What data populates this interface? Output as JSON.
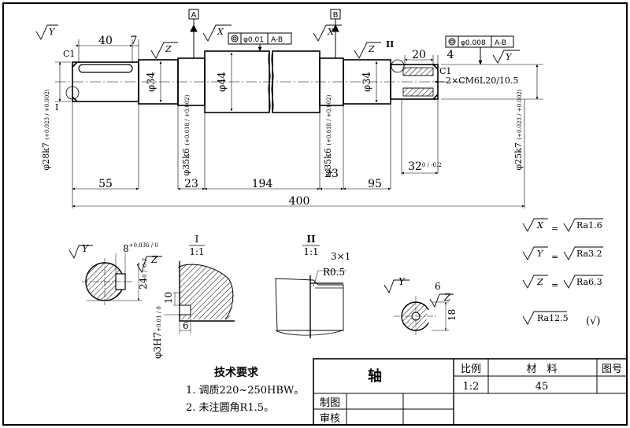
{
  "dims": {
    "overall": "400",
    "d55": "55",
    "d23a": "23",
    "d194": "194",
    "d23b": "23",
    "d95": "95",
    "d40": "40",
    "d7": "7",
    "d20": "20",
    "d4": "4",
    "phi34a": "φ34",
    "phi44": "φ44",
    "phi34b": "φ34",
    "phi35a": "φ35k6",
    "phi35a_tol": "(+0.018 / +0.002)",
    "phi35b": "φ35k6",
    "phi35b_tol": "(+0.018 / +0.002)",
    "phi28": "φ28k7",
    "phi28_tol": "(+0.023 / +0.002)",
    "phi25": "φ25k7",
    "phi25_tol": "(+0.023 / +0.002)",
    "thread": "2×CM6L20/10.5",
    "key_depth": "32",
    "key_depth_tol": "0 / -0.2",
    "chamfer_c1_left": "C1",
    "chamfer_c1_right": "C1"
  },
  "datums": {
    "A": "A",
    "B": "B"
  },
  "tolerances": {
    "runout1_value": "φ0.01",
    "runout1_ref": "A-B",
    "runout2_value": "φ0.008",
    "runout2_ref": "A-B"
  },
  "surface": {
    "x": "X",
    "y": "Y",
    "z": "Z"
  },
  "detail_labels": {
    "I": "I",
    "II": "II",
    "I_scale": "1:1",
    "II_scale": "1:1"
  },
  "section1": {
    "width": "8",
    "width_tol": "+0.036 / 0",
    "depth": "24",
    "depth_tol": "0 / -0.2"
  },
  "detail1": {
    "d10": "10",
    "d6": "6",
    "hole": "φ3H7",
    "hole_tol": "+0.01 / 0"
  },
  "detail2": {
    "chamfer": "3×1",
    "radius": "R0.5"
  },
  "section2": {
    "d6": "6",
    "d18": "18"
  },
  "legend": {
    "x_eq": "=",
    "x_val": "Ra1.6",
    "y_eq": "=",
    "y_val": "Ra3.2",
    "z_eq": "=",
    "z_val": "Ra6.3",
    "rest_val": "Ra12.5",
    "rest_paren": "(√)"
  },
  "notes": {
    "title": "技术要求",
    "line1": "1. 调质220~250HBW。",
    "line2": "2. 未注圆角R1.5。"
  },
  "title_block": {
    "part_name": "轴",
    "scale_label": "比例",
    "scale_value": "1:2",
    "material_label": "材　料",
    "material_value": "45",
    "drawing_no_label": "图号",
    "drawn_label": "制图",
    "checked_label": "审核"
  }
}
